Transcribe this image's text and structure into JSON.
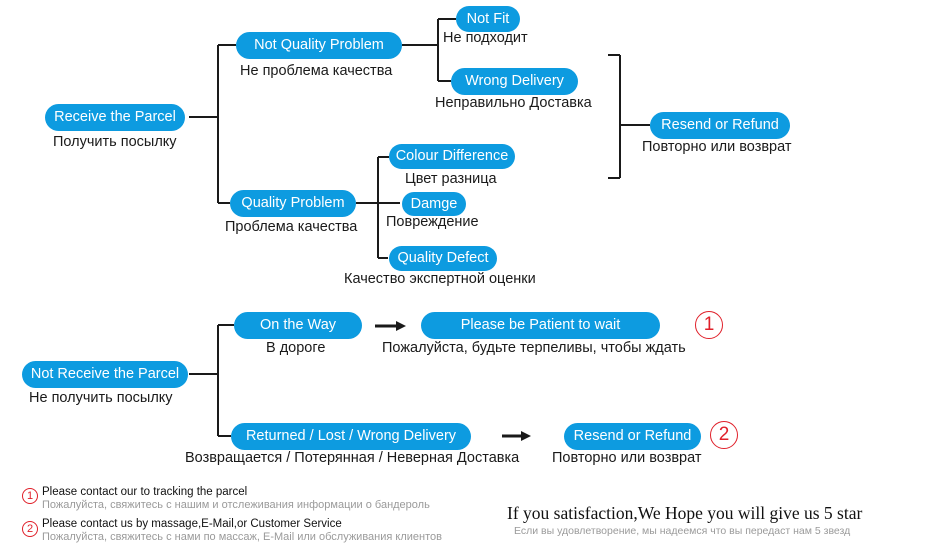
{
  "top": {
    "root": {
      "label": "Receive the Parcel",
      "ru": "Получить посылку"
    },
    "not_quality": {
      "label": "Not Quality Problem",
      "ru": "Не проблема качества"
    },
    "not_fit": {
      "label": "Not Fit",
      "ru": "Не подходит"
    },
    "wrong_delivery": {
      "label": "Wrong Delivery",
      "ru": "Неправильно Доставка"
    },
    "resend": {
      "label": "Resend or Refund",
      "ru": "Повторно или возврат"
    },
    "quality": {
      "label": "Quality Problem",
      "ru": "Проблема качества"
    },
    "colour": {
      "label": "Colour Difference",
      "ru": "Цвет разница"
    },
    "damage": {
      "label": "Damge",
      "ru": "Повреждение"
    },
    "defect": {
      "label": "Quality Defect",
      "ru": "Качество экспертной оценки"
    }
  },
  "bottom": {
    "root": {
      "label": "Not Receive the Parcel",
      "ru": "Не получить посылку"
    },
    "on_way": {
      "label": "On the Way",
      "ru": "В дороге"
    },
    "patient": {
      "label": "Please be Patient to wait",
      "ru": "Пожалуйста, будьте терпеливы, чтобы ждать"
    },
    "returned": {
      "label": "Returned / Lost / Wrong Delivery",
      "ru": "Возвращается / Потерянная / Неверная Доставка"
    },
    "resend": {
      "label": "Resend or Refund",
      "ru": "Повторно или возврат"
    },
    "marker1": "1",
    "marker2": "2"
  },
  "notes": [
    {
      "marker": "1",
      "en": "Please contact our to tracking the parcel",
      "ru": "Пожалуйста, свяжитесь с нашим и отслеживания информации о бандероль"
    },
    {
      "marker": "2",
      "en": "Please contact us by massage,E-Mail,or Customer Service",
      "ru": "Пожалуйста, свяжитесь с нами по массаж, E-Mail или обслуживания клиентов"
    }
  ],
  "slogan": {
    "en": "If you satisfaction,We Hope you will give us 5 star",
    "ru": "Если вы удовлетворение, мы надеемся что вы передаст нам 5 звезд"
  },
  "colors": {
    "pill": "#0d9be0",
    "marker": "#e0202a",
    "line": "#1a1a1a"
  }
}
